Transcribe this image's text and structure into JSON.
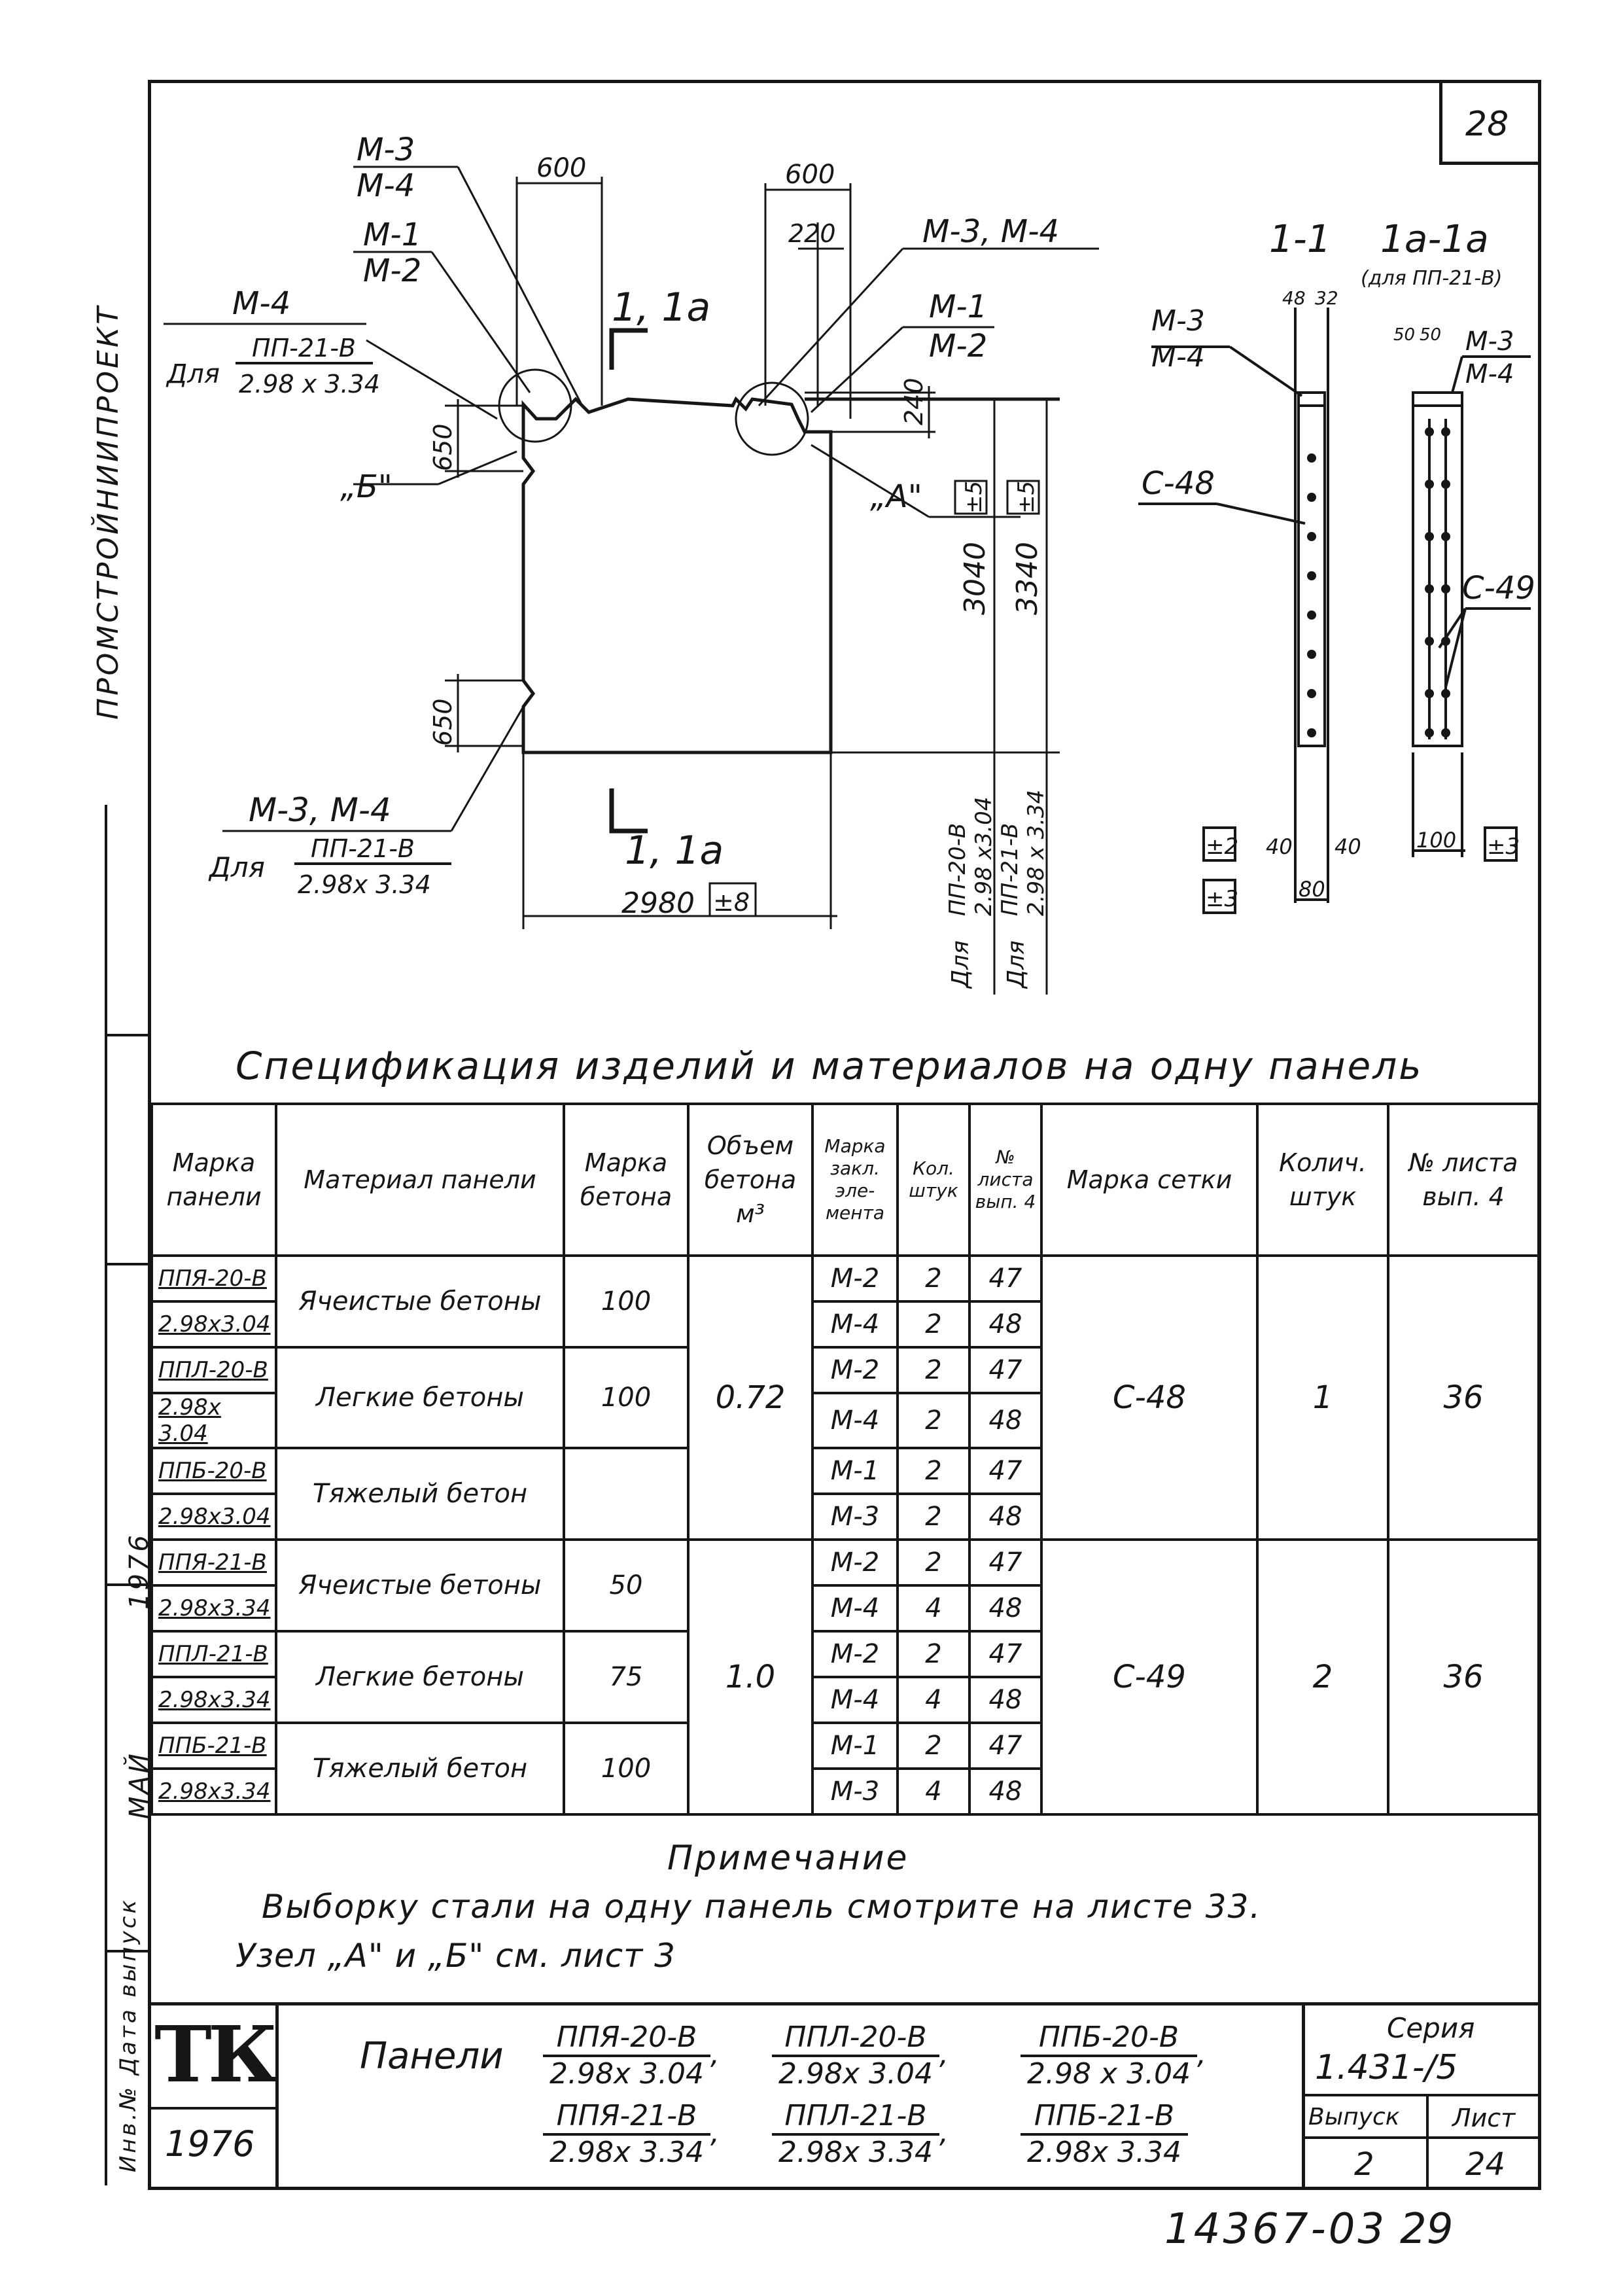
{
  "sheet_number_top": "28",
  "side_label": "ПРОМСТРОЙНИИПРОЕКТ",
  "side_year": "1976",
  "side_month": "МАЙ",
  "drawing": {
    "dim_600_left": "600",
    "dim_600_right": "600",
    "dim_220": "220",
    "dim_240": "240",
    "dim_650_top": "650",
    "dim_650_bottom": "650",
    "dim_3040": "3040",
    "dim_3340": "3340",
    "dim_2980": "2980",
    "tol_8": "±8",
    "tol_5a": "±5",
    "tol_5b": "±5",
    "label_m3_m4_top_num": "М-3",
    "label_m3_m4_top_den": "М-4",
    "label_m1_m2_num": "М-1",
    "label_m1_m2_den": "М-2",
    "label_m4": "М-4",
    "label_for": "Для",
    "label_pp21_num": "ПП-21-В",
    "label_pp21_den": "2.98 х 3.34",
    "label_m3_m4_right": "М-3, М-4",
    "label_m1_right": "М-1",
    "label_m2_right": "М-2",
    "node_b": "„Б\"",
    "node_a": "„А\"",
    "section_top": "1, 1а",
    "section_bottom": "1, 1а",
    "label_m3_m4_bottom": "М-3, М-4",
    "label_for_bottom": "Для",
    "label_pp21_num_b": "ПП-21-В",
    "label_pp21_den_b": "2.98х 3.34",
    "dim_note_for1": "Для",
    "dim_note_pp20_num": "ПП-20-В",
    "dim_note_pp20_den": "2.98 х3.04",
    "dim_note_for2": "Для",
    "dim_note_pp21_num": "ПП-21-В",
    "dim_note_pp21_den": "2.98 х 3.34",
    "section_11": "1-1",
    "section_1a1a": "1а-1а",
    "section_1a1a_note": "(для ПП-21-В)",
    "sec_dim_48": "48",
    "sec_dim_32": "32",
    "sec_dim_50a": "50",
    "sec_dim_50b": "50",
    "sec_m3_num": "М-3",
    "sec_m3_den": "М-4",
    "sec_m3_num_r": "М-3",
    "sec_m3_den_r": "М-4",
    "sec_c48": "С-48",
    "sec_c49": "С-49",
    "sec_tol_2": "±2",
    "sec_tol_3a": "±3",
    "sec_tol_3b": "±3",
    "sec_dim_40a": "40",
    "sec_dim_40b": "40",
    "sec_dim_80": "80",
    "sec_dim_100": "100"
  },
  "spec": {
    "title": "Спецификация изделий и материалов на одну панель",
    "headers": {
      "mark_panel": "Марка панели",
      "material": "Материал панели",
      "mark_concrete": "Марка бетона",
      "volume": "Объем бетона м³",
      "mark_element": "Марка закл. эле- мента",
      "qty": "Кол. штук",
      "sheet": "№ листа вып. 4",
      "mesh": "Марка сетки",
      "mesh_qty": "Колич. штук",
      "mesh_sheet": "№ листа вып. 4"
    },
    "rows": [
      {
        "mark_top": "ППЯ-20-В",
        "mark_bot": "2.98х3.04",
        "material": "Ячеистые бетоны",
        "concrete": "100",
        "el1": "М-2",
        "q1": "2",
        "s1": "47",
        "el2": "М-4",
        "q2": "2",
        "s2": "48"
      },
      {
        "mark_top": "ППЛ-20-В",
        "mark_bot": "2.98х 3.04",
        "material": "Легкие бетоны",
        "concrete": "100",
        "el1": "М-2",
        "q1": "2",
        "s1": "47",
        "el2": "М-4",
        "q2": "2",
        "s2": "48"
      },
      {
        "mark_top": "ППБ-20-В",
        "mark_bot": "2.98х3.04",
        "material": "Тяжелый бетон",
        "concrete": "",
        "el1": "М-1",
        "q1": "2",
        "s1": "47",
        "el2": "М-3",
        "q2": "2",
        "s2": "48"
      },
      {
        "mark_top": "ППЯ-21-В",
        "mark_bot": "2.98х3.34",
        "material": "Ячеистые бетоны",
        "concrete": "50",
        "el1": "М-2",
        "q1": "2",
        "s1": "47",
        "el2": "М-4",
        "q2": "4",
        "s2": "48"
      },
      {
        "mark_top": "ППЛ-21-В",
        "mark_bot": "2.98х3.34",
        "material": "Легкие бетоны",
        "concrete": "75",
        "el1": "М-2",
        "q1": "2",
        "s1": "47",
        "el2": "М-4",
        "q2": "4",
        "s2": "48"
      },
      {
        "mark_top": "ППБ-21-В",
        "mark_bot": "2.98х3.34",
        "material": "Тяжелый бетон",
        "concrete": "100",
        "el1": "М-1",
        "q1": "2",
        "s1": "47",
        "el2": "М-3",
        "q2": "4",
        "s2": "48"
      }
    ],
    "group1": {
      "volume": "0.72",
      "mesh": "С-48",
      "mesh_qty": "1",
      "mesh_sheet": "36"
    },
    "group2": {
      "volume": "1.0",
      "mesh": "С-49",
      "mesh_qty": "2",
      "mesh_sheet": "36"
    }
  },
  "note": {
    "title": "Примечание",
    "line1": "Выборку стали на одну панель смотрите на листе 33.",
    "line2": "Узел „А\" и „Б\" см. лист 3"
  },
  "stamp": {
    "logo": "ТК",
    "year": "1976",
    "panels_label": "Панели",
    "p1_num": "ППЯ-20-В",
    "p1_den": "2.98х 3.04",
    "p2_num": "ППЛ-20-В",
    "p2_den": "2.98х 3.04",
    "p3_num": "ППБ-20-В",
    "p3_den": "2.98 х 3.04",
    "p4_num": "ППЯ-21-В",
    "p4_den": "2.98х 3.34",
    "p5_num": "ППЛ-21-В",
    "p5_den": "2.98х 3.34",
    "p6_num": "ППБ-21-В",
    "p6_den": "2.98х 3.34",
    "series_label": "Серия",
    "series_value": "1.431-/5",
    "issue_label": "Выпуск",
    "sheet_label": "Лист",
    "issue_value": "2",
    "sheet_value": "24",
    "left_labels": "Инв.№ Дата выпуск"
  },
  "footer_code": "14367-03",
  "footer_page": "29"
}
